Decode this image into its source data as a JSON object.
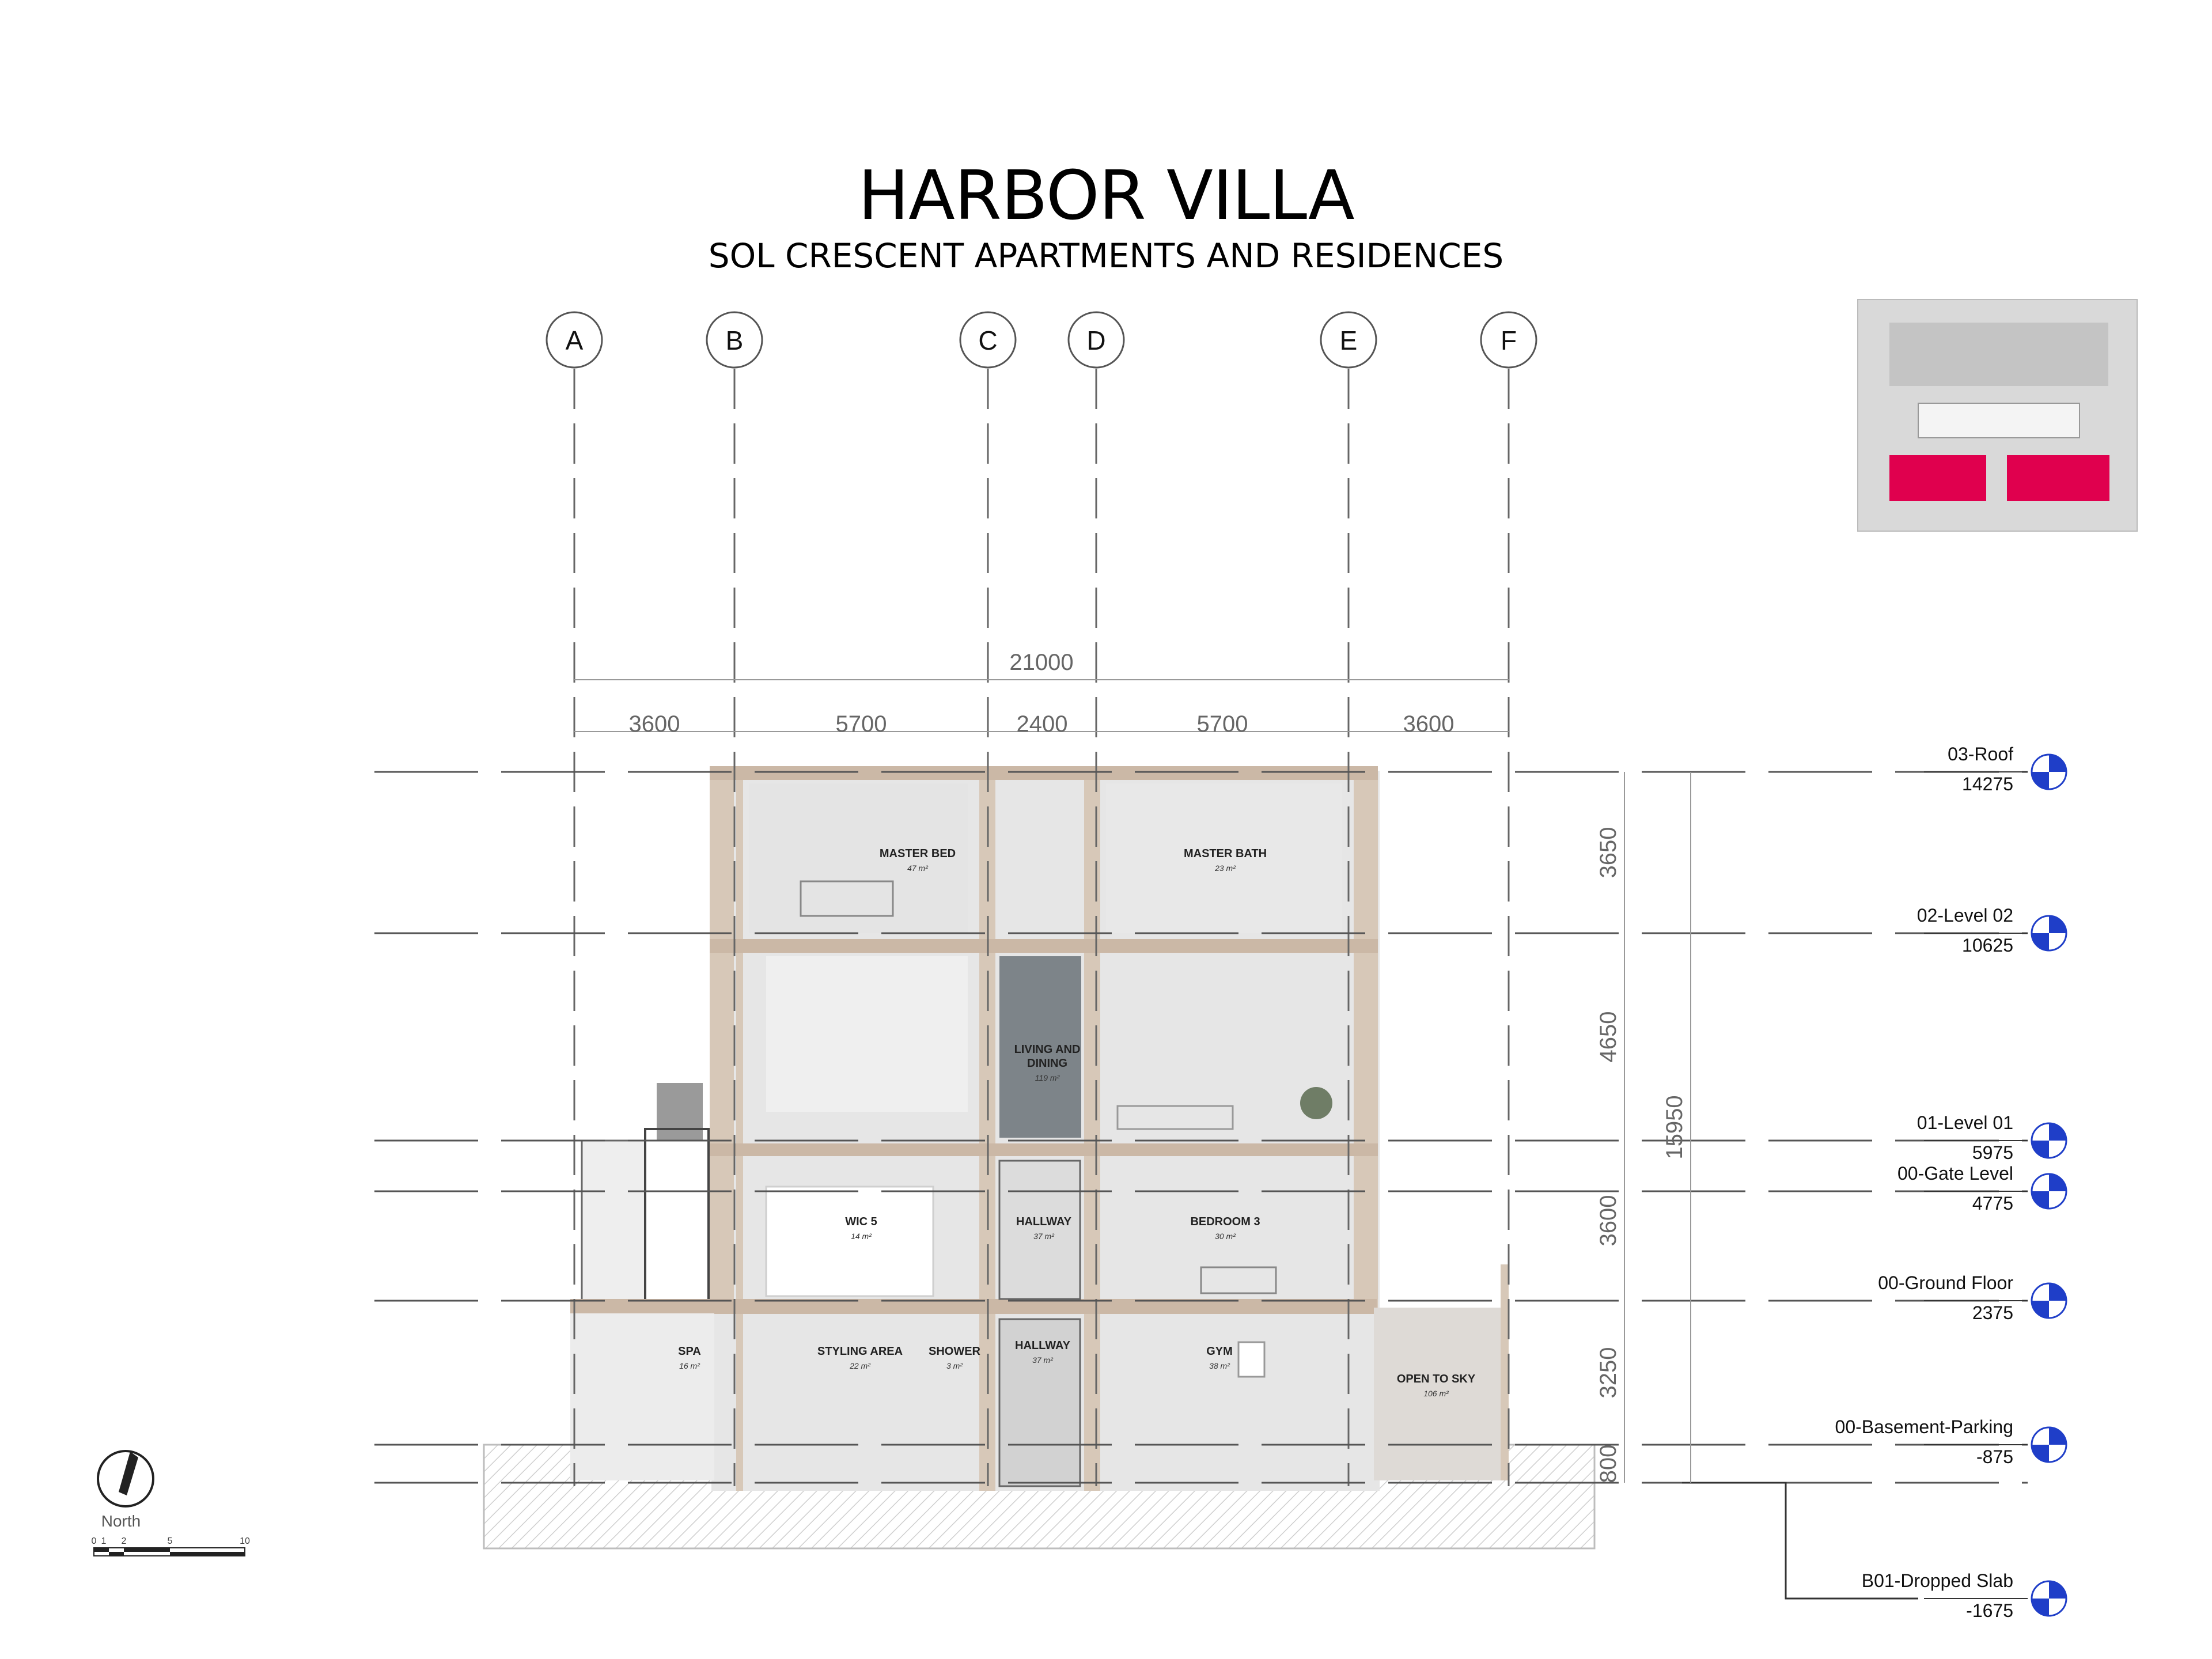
{
  "title": "HARBOR VILLA",
  "subtitle": "SOL CRESCENT APARTMENTS AND RESIDENCES",
  "grid_labels": [
    "A",
    "B",
    "C",
    "D",
    "E",
    "F"
  ],
  "horizontal_dims": {
    "overall": "21000",
    "segments": [
      "3600",
      "5700",
      "2400",
      "5700",
      "3600"
    ]
  },
  "vertical_dims": {
    "overall": "15950",
    "segments": [
      "3650",
      "4650",
      "3600",
      "3250",
      "800"
    ]
  },
  "levels": [
    {
      "name": "03-Roof",
      "elevation": "14275"
    },
    {
      "name": "02-Level 02",
      "elevation": "10625"
    },
    {
      "name": "01-Level 01",
      "elevation": "5975"
    },
    {
      "name": "00-Gate Level",
      "elevation": "4775"
    },
    {
      "name": "00-Ground Floor",
      "elevation": "2375"
    },
    {
      "name": "00-Basement-Parking",
      "elevation": "-875"
    },
    {
      "name": "B01-Dropped Slab",
      "elevation": "-1675"
    }
  ],
  "rooms": [
    {
      "name": "MASTER BED",
      "area": "47 m²"
    },
    {
      "name": "MASTER BATH",
      "area": "23 m²"
    },
    {
      "name": "LIVING AND DINING",
      "area": "119 m²"
    },
    {
      "name": "WIC 5",
      "area": "14 m²"
    },
    {
      "name": "HALLWAY",
      "area": "37 m²"
    },
    {
      "name": "BEDROOM 3",
      "area": "30 m²"
    },
    {
      "name": "SPA",
      "area": "16 m²"
    },
    {
      "name": "STYLING AREA",
      "area": "22 m²"
    },
    {
      "name": "SHOWER",
      "area": "3 m²"
    },
    {
      "name": "HALLWAY",
      "area": "37 m²"
    },
    {
      "name": "GYM",
      "area": "38 m²"
    },
    {
      "name": "OPEN TO SKY",
      "area": "106 m²"
    }
  ],
  "north_label": "North",
  "scale_labels": [
    "0",
    "1",
    "2",
    "5",
    "10"
  ],
  "key_plan": "site-key-plan-highlighted",
  "colors": {
    "ink": "#000000",
    "dim": "#777777",
    "room": "#e2e2e2",
    "wall": "#d9c9b8",
    "highlight": "#e0004e",
    "elev_marker": "#1f3ec8"
  }
}
